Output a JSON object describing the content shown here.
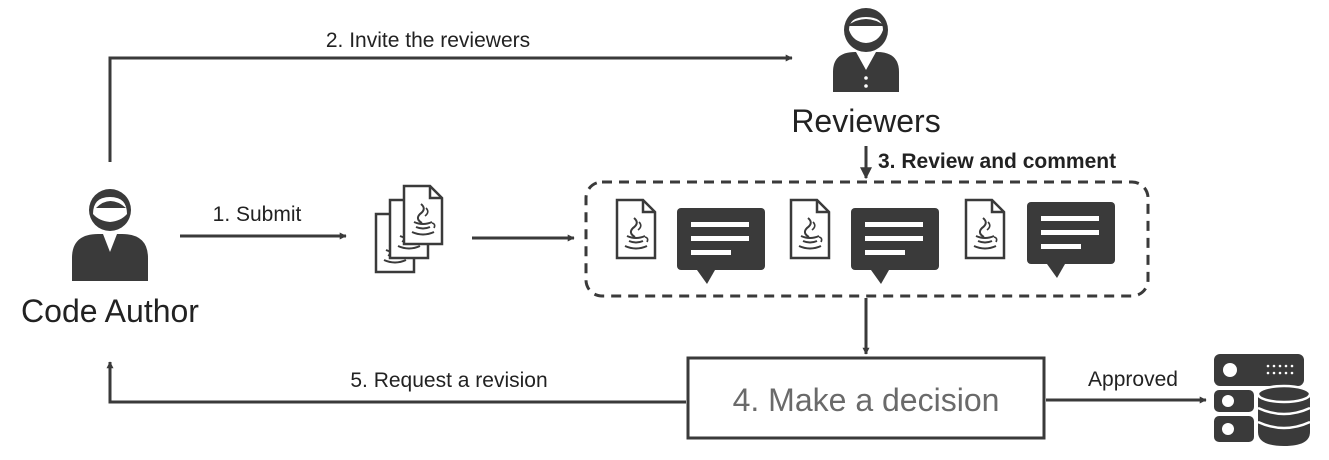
{
  "actors": {
    "author_label": "Code Author",
    "reviewers_label": "Reviewers"
  },
  "steps": {
    "submit": "1. Submit",
    "invite": "2. Invite the reviewers",
    "review": "3. Review and comment",
    "decision": "4. Make a decision",
    "revision": "5. Request a revision",
    "approved": "Approved"
  },
  "colors": {
    "line": "#3a3a3a",
    "icon": "#3a3a3a",
    "text": "#222222",
    "decision_text": "#6a6a6a"
  },
  "icons": {
    "author": "person-icon",
    "reviewers": "reviewer-person-icon",
    "files": "java-file-stack-icon",
    "review_file": "java-file-icon",
    "comment": "comment-bubble-icon",
    "storage": "database-server-icon"
  }
}
